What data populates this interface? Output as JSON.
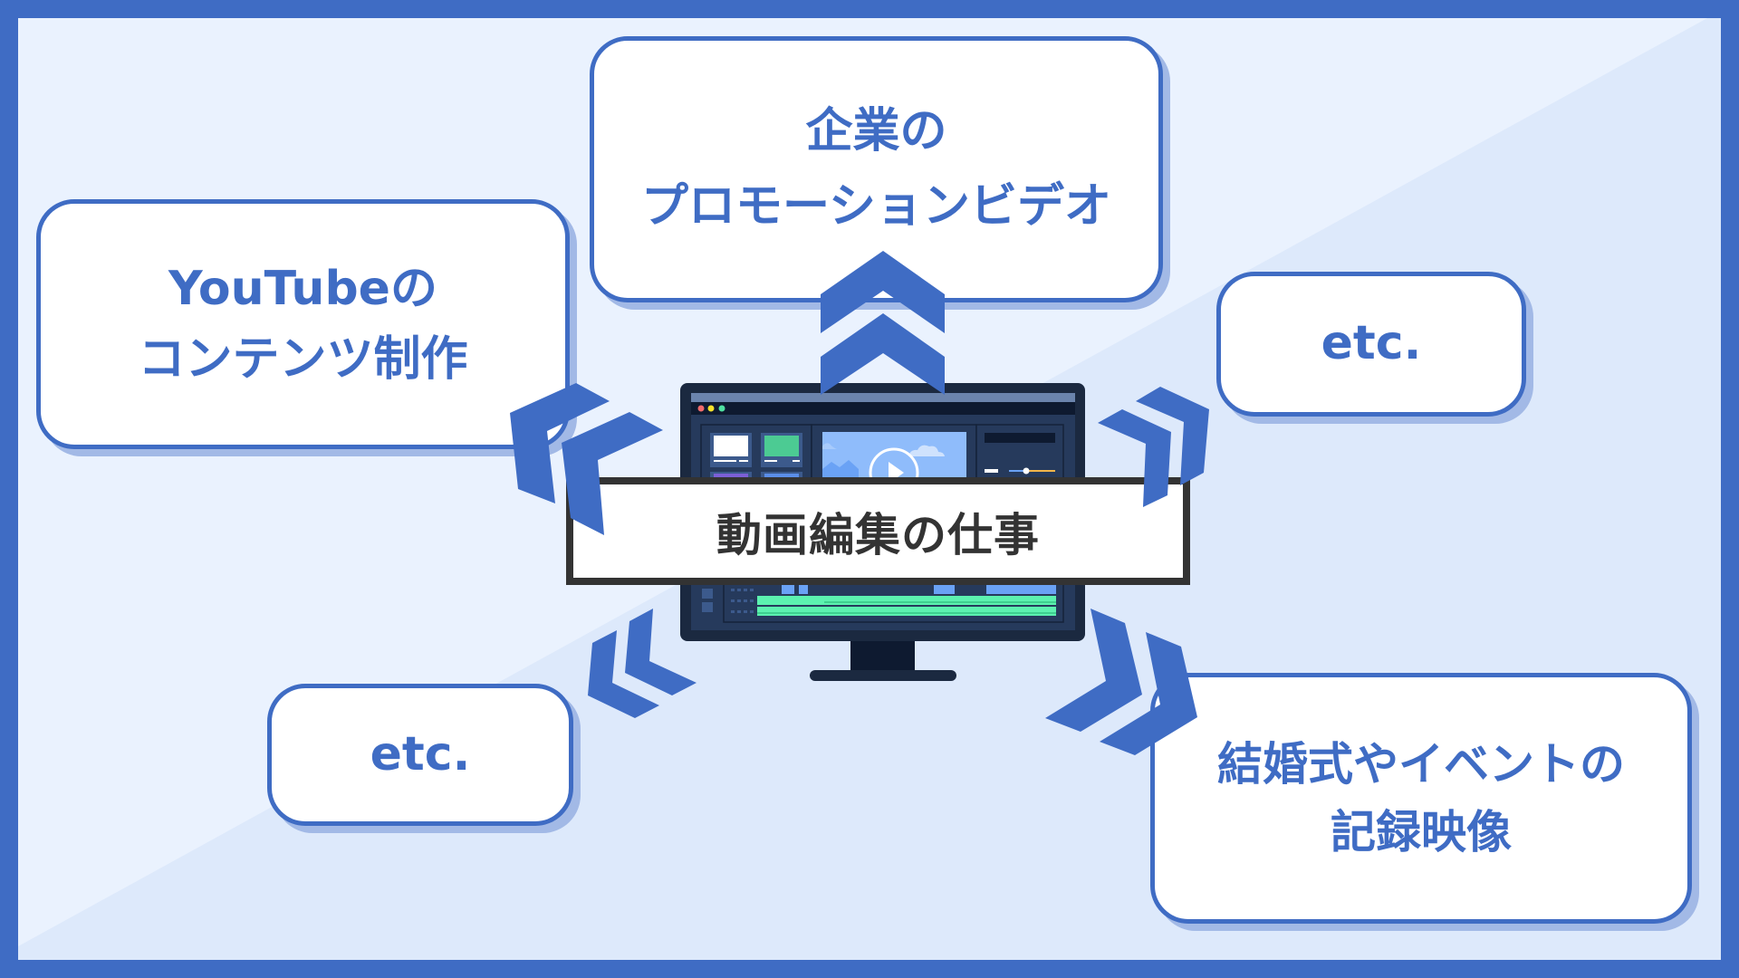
{
  "diagram": {
    "title": "動画編集の仕事",
    "nodes": [
      {
        "id": "promo",
        "lines": [
          "企業の",
          "プロモーションビデオ"
        ],
        "direction": "up"
      },
      {
        "id": "youtube",
        "lines": [
          "YouTubeの",
          "コンテンツ制作"
        ],
        "direction": "up-left"
      },
      {
        "id": "etc-right",
        "lines": [
          "etc."
        ],
        "direction": "up-right"
      },
      {
        "id": "etc-left",
        "lines": [
          "etc."
        ],
        "direction": "down-left"
      },
      {
        "id": "wedding",
        "lines": [
          "結婚式やイベントの",
          "記録映像"
        ],
        "direction": "down-right"
      }
    ]
  },
  "colors": {
    "accent": "#3f6cc4",
    "accent_shadow": "#a2b9e6",
    "bg_light": "#eaf2fe",
    "bg_mid": "#dde9fb",
    "title_text": "#333333",
    "monitor_frame": "#1b2940",
    "monitor_body": "#263a5c",
    "timeline_green": "#5cf2b0",
    "clip_blue": "#6aa2f5"
  },
  "monitor_icon": {
    "icon": "video-editor-monitor-icon",
    "window_dots": [
      "#f26b6b",
      "#f5e12a",
      "#4fe0a0"
    ]
  }
}
